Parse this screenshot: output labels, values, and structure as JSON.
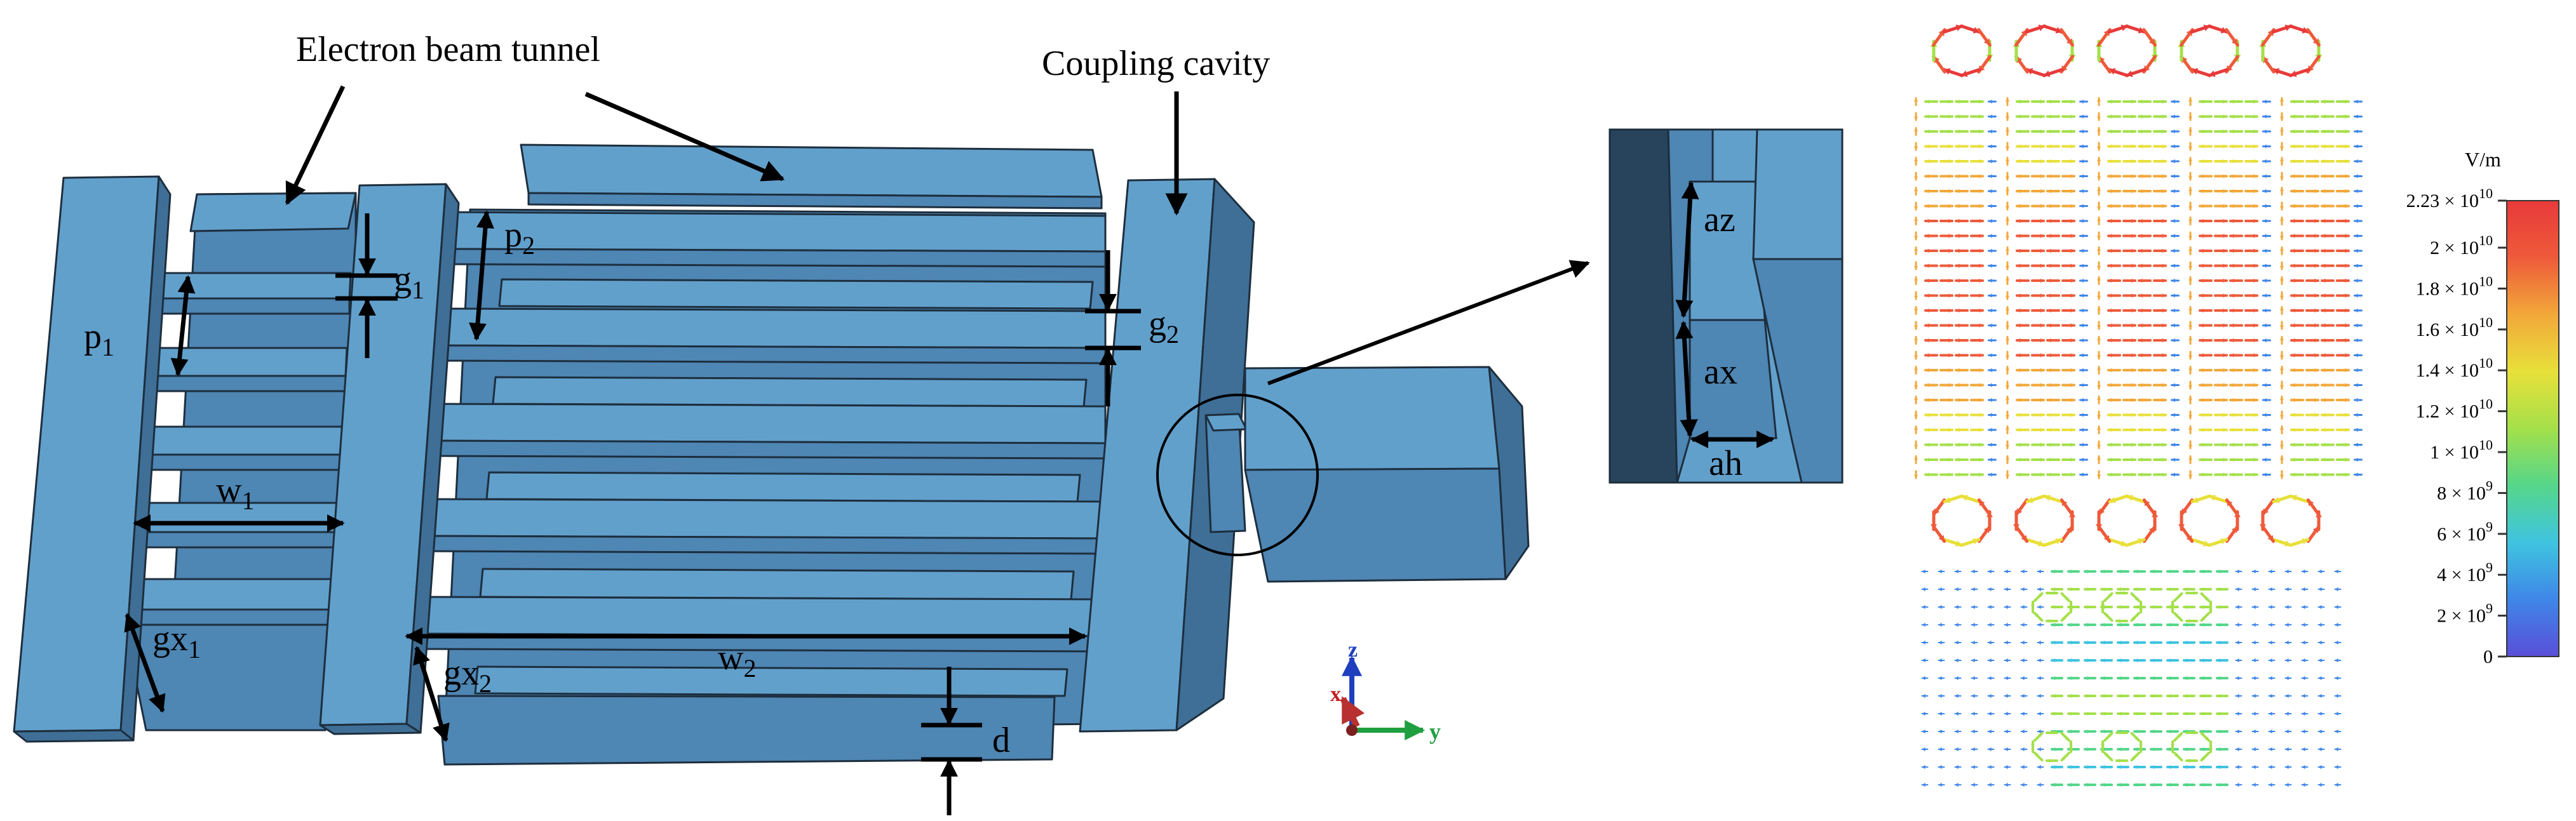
{
  "labels": {
    "electron_beam_tunnel": "Electron beam tunnel",
    "coupling_cavity": "Coupling cavity"
  },
  "dimensions": {
    "p1": {
      "base": "p",
      "sub": "1"
    },
    "p2": {
      "base": "p",
      "sub": "2"
    },
    "g1": {
      "base": "g",
      "sub": "1"
    },
    "g2": {
      "base": "g",
      "sub": "2"
    },
    "w1": {
      "base": "w",
      "sub": "1"
    },
    "w2": {
      "base": "w",
      "sub": "2"
    },
    "gx1": {
      "base": "gx",
      "sub": "1"
    },
    "gx2": {
      "base": "gx",
      "sub": "2"
    },
    "d": "d"
  },
  "inset": {
    "az": "az",
    "ax": "ax",
    "ah": "ah"
  },
  "axes": {
    "z": "z",
    "x": "x",
    "y": "y"
  },
  "colorbar": {
    "unit": "V/m",
    "ticks": [
      {
        "mant": "2.23",
        "exp": "10",
        "value": 22300000000.0
      },
      {
        "mant": "2",
        "exp": "10",
        "value": 20000000000.0
      },
      {
        "mant": "1.8",
        "exp": "10",
        "value": 18000000000.0
      },
      {
        "mant": "1.6",
        "exp": "10",
        "value": 16000000000.0
      },
      {
        "mant": "1.4",
        "exp": "10",
        "value": 14000000000.0
      },
      {
        "mant": "1.2",
        "exp": "10",
        "value": 12000000000.0
      },
      {
        "mant": "1",
        "exp": "10",
        "value": 10000000000.0
      },
      {
        "mant": "8",
        "exp": "9",
        "value": 8000000000.0
      },
      {
        "mant": "6",
        "exp": "9",
        "value": 6000000000.0
      },
      {
        "mant": "4",
        "exp": "9",
        "value": 4000000000.0
      },
      {
        "mant": "2",
        "exp": "9",
        "value": 2000000000.0
      },
      {
        "mant": "0",
        "exp": "",
        "value": 0
      }
    ],
    "colors": [
      "#5a4fd8",
      "#3f86e8",
      "#3fc4e0",
      "#55d68a",
      "#a4e04a",
      "#e8e03a",
      "#f2a83a",
      "#ee5a3a",
      "#e83a3a"
    ]
  },
  "colors": {
    "face_top": "#62a0cc",
    "face_front": "#4e86b4",
    "face_side": "#3f6f96",
    "edge": "#1d2e3d"
  }
}
